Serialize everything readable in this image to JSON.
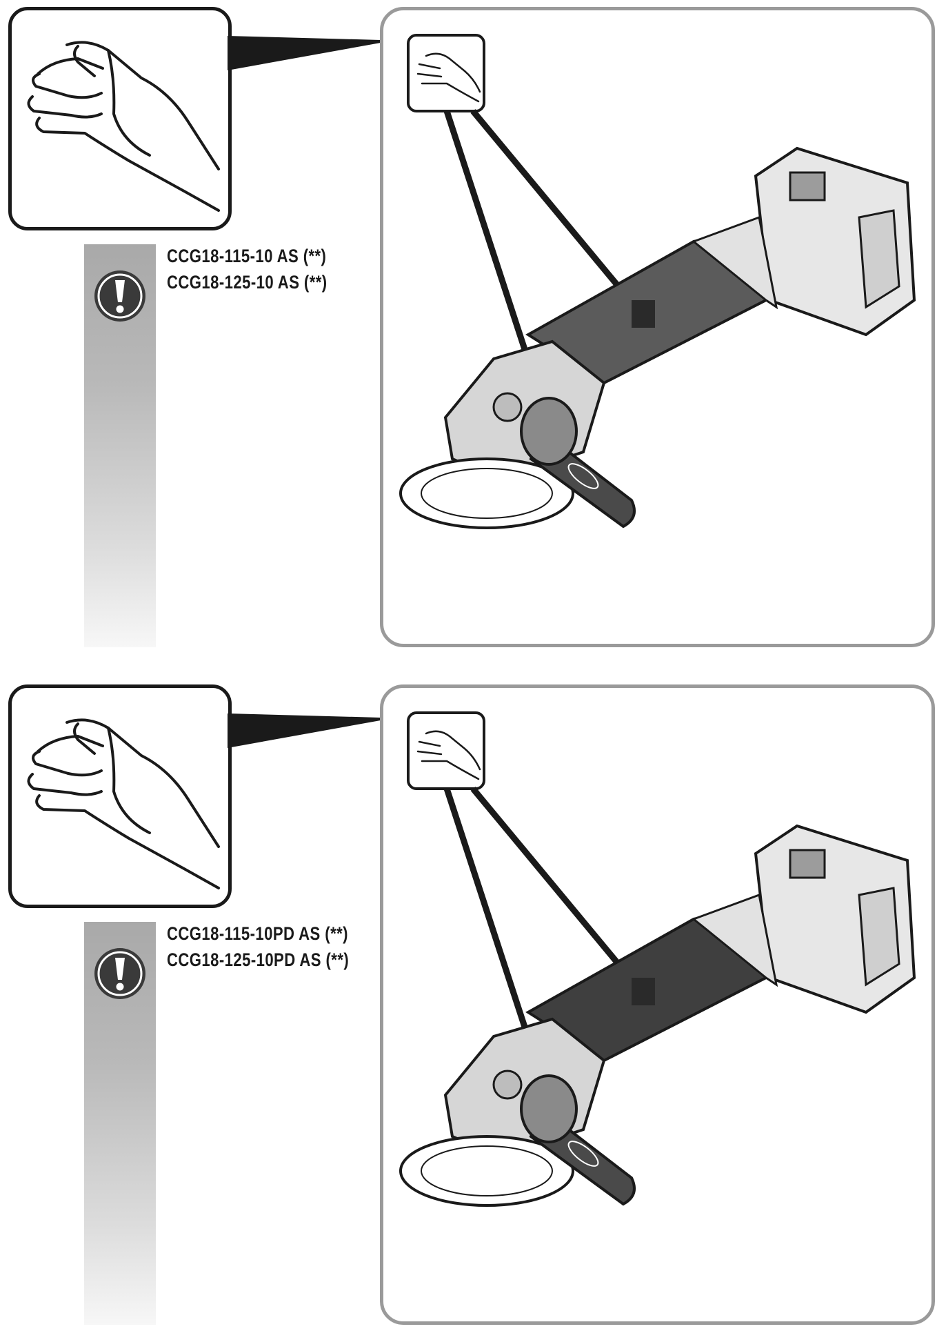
{
  "sections": [
    {
      "model_lines": [
        "CCG18-115-10 AS (**)",
        "CCG18-125-10 AS (**)"
      ],
      "icons": {
        "hand": "open-hand-icon",
        "warning": "exclamation-icon"
      }
    },
    {
      "model_lines": [
        "CCG18-115-10PD AS (**)",
        "CCG18-125-10PD AS (**)"
      ],
      "icons": {
        "hand": "open-hand-icon",
        "warning": "exclamation-icon"
      }
    }
  ],
  "colors": {
    "outline": "#1a1a1a",
    "frame": "#9a9a9a",
    "bar_top": "#a9a9a9",
    "body_dark": "#5b5b5b",
    "body_pd": "#3f3f3f"
  }
}
